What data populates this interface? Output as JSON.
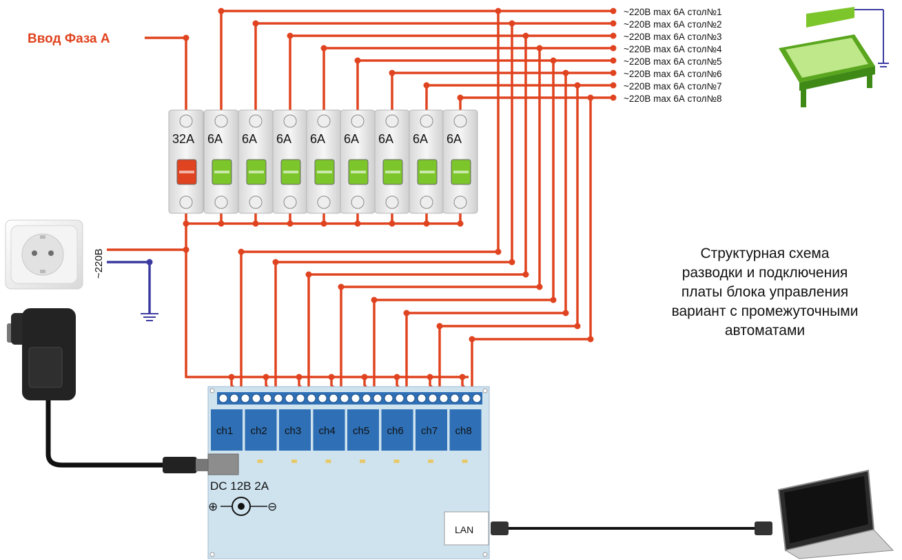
{
  "phase_input": "Ввод Фаза А",
  "outputs": [
    "~220В max 6А стол№1",
    "~220В max 6А стол№2",
    "~220В max 6А стол№3",
    "~220В max 6А стол№4",
    "~220В max 6А стол№5",
    "~220В max 6А стол№6",
    "~220В max 6А стол№7",
    "~220В max 6А стол№8"
  ],
  "breakers": {
    "main": "32A",
    "branch": [
      "6A",
      "6A",
      "6A",
      "6A",
      "6A",
      "6A",
      "6A",
      "6A"
    ]
  },
  "socket_voltage": "~220В",
  "board": {
    "channels": [
      "ch1",
      "ch2",
      "ch3",
      "ch4",
      "ch5",
      "ch6",
      "ch7",
      "ch8"
    ],
    "power_label": "DC 12В 2А",
    "lan_label": "LAN",
    "polarity_plus": "⊕",
    "polarity_minus": "⊖"
  },
  "title_lines": [
    "Структурная схема",
    "разводки и подключения",
    "платы блока управления",
    "вариант с промежуточными",
    "автоматами"
  ],
  "colors": {
    "phase_wire": "#e0431f",
    "ground_wire": "#3a3aa0",
    "board": "#cfe3ef",
    "relay": "#2e6fb5",
    "breaker_lever_main": "#e0431f",
    "breaker_lever_branch": "#7cc52a"
  }
}
